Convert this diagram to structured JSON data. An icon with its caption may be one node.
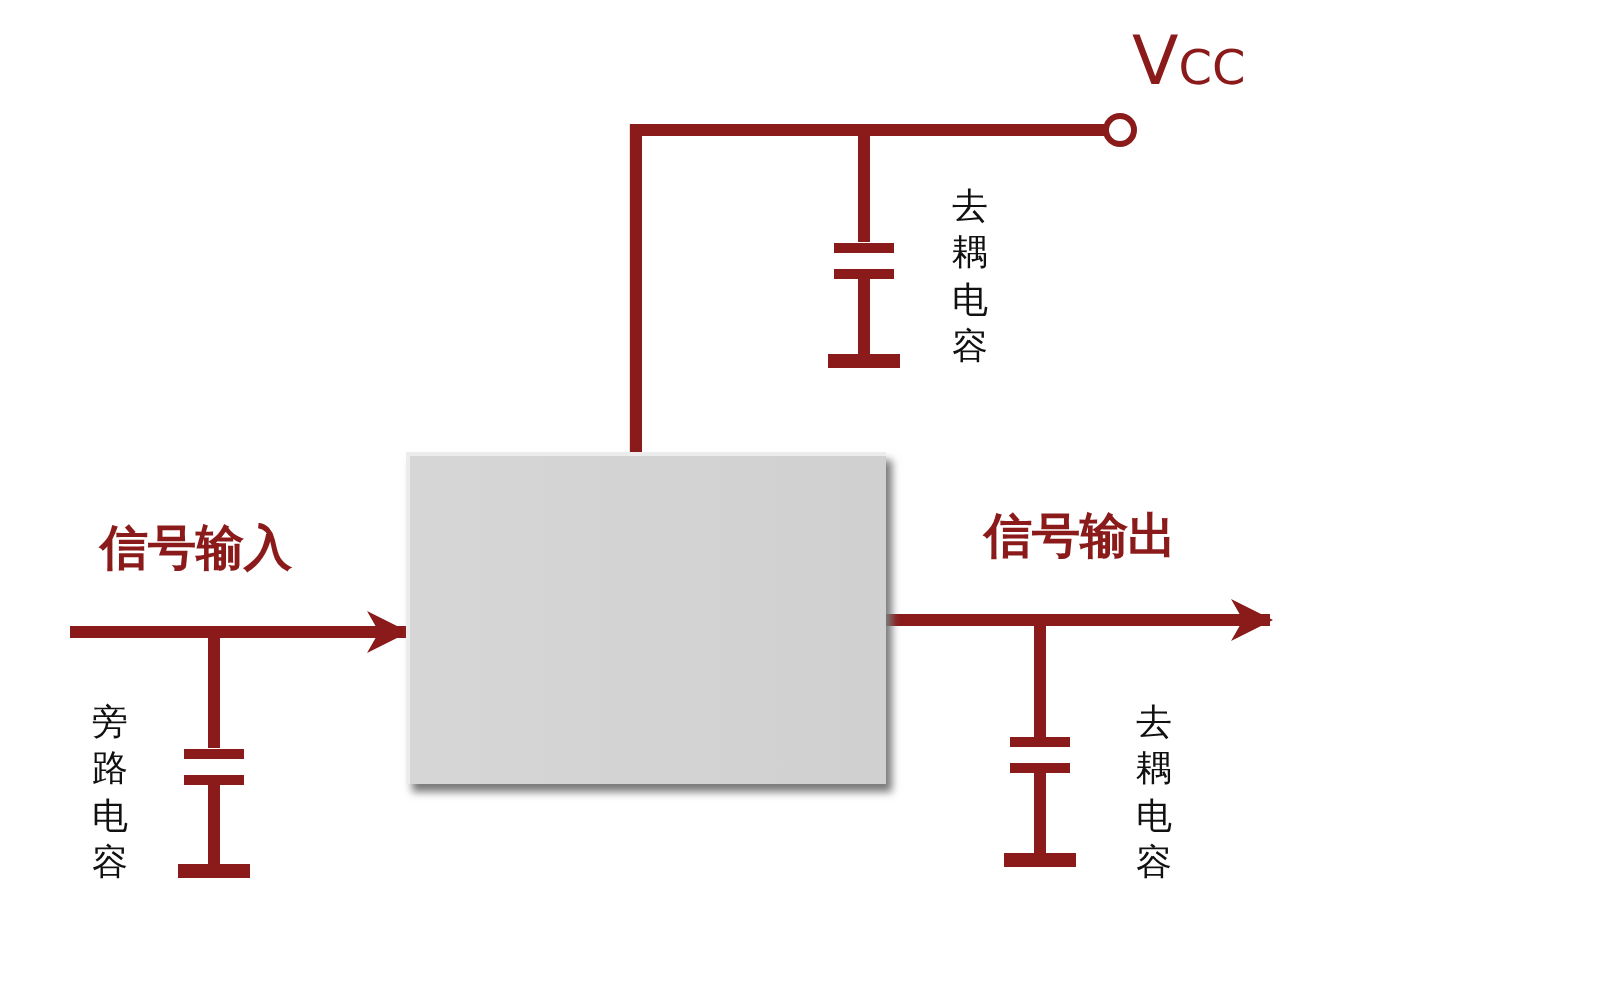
{
  "diagram": {
    "nodes": [
      {
        "text": [],
        "shape": "box"
      },
      {
        "text": [],
        "shape": "circle",
        "beside": [
          "V$_{CC}$"
        ]
      },
      {
        "text": [],
        "shape": "capacitor",
        "beside": [
          "去耦电容"
        ]
      },
      {
        "text": [],
        "shape": "capacitor",
        "beside": [
          "旁路电容"
        ]
      },
      {
        "text": [],
        "shape": "capacitor",
        "beside": [
          "去耦电容"
        ]
      }
    ],
    "edges": [
      {
        "from": 0,
        "to": 1,
        "arrow": "none"
      },
      {
        "from": null,
        "to": 0,
        "arrow": "to",
        "label": "信号输入"
      },
      {
        "from": 0,
        "to": null,
        "arrow": "to",
        "label": "信号输出"
      },
      {
        "from": 0,
        "to": 2,
        "arrow": "none"
      },
      {
        "from": null,
        "to": 3,
        "arrow": "none"
      },
      {
        "from": 0,
        "to": 4,
        "arrow": "none"
      }
    ]
  }
}
